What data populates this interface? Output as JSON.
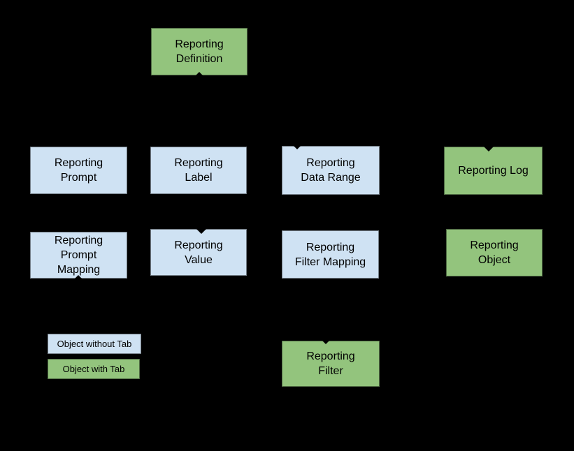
{
  "diagram": {
    "background_color": "#000000",
    "text_color": "#000000",
    "colors": {
      "object_without_tab": "#cfe2f3",
      "object_with_tab": "#93c47d"
    },
    "nodes": [
      {
        "id": "reporting-definition",
        "label": "Reporting\nDefinition",
        "type": "object-with-tab"
      },
      {
        "id": "reporting-prompt",
        "label": "Reporting\nPrompt",
        "type": "object-without-tab"
      },
      {
        "id": "reporting-label",
        "label": "Reporting\nLabel",
        "type": "object-without-tab"
      },
      {
        "id": "reporting-data-range",
        "label": "Reporting\nData Range",
        "type": "object-without-tab"
      },
      {
        "id": "reporting-log",
        "label": "Reporting Log",
        "type": "object-with-tab"
      },
      {
        "id": "reporting-prompt-mapping",
        "label": "Reporting\nPrompt\nMapping",
        "type": "object-without-tab"
      },
      {
        "id": "reporting-value",
        "label": "Reporting\nValue",
        "type": "object-without-tab"
      },
      {
        "id": "reporting-filter-mapping",
        "label": "Reporting\nFilter Mapping",
        "type": "object-without-tab"
      },
      {
        "id": "reporting-object",
        "label": "Reporting\nObject",
        "type": "object-with-tab"
      },
      {
        "id": "reporting-filter",
        "label": "Reporting\nFilter",
        "type": "object-with-tab"
      }
    ],
    "legend": [
      {
        "label": "Object without Tab",
        "type": "object-without-tab"
      },
      {
        "label": "Object with Tab",
        "type": "object-with-tab"
      }
    ]
  }
}
